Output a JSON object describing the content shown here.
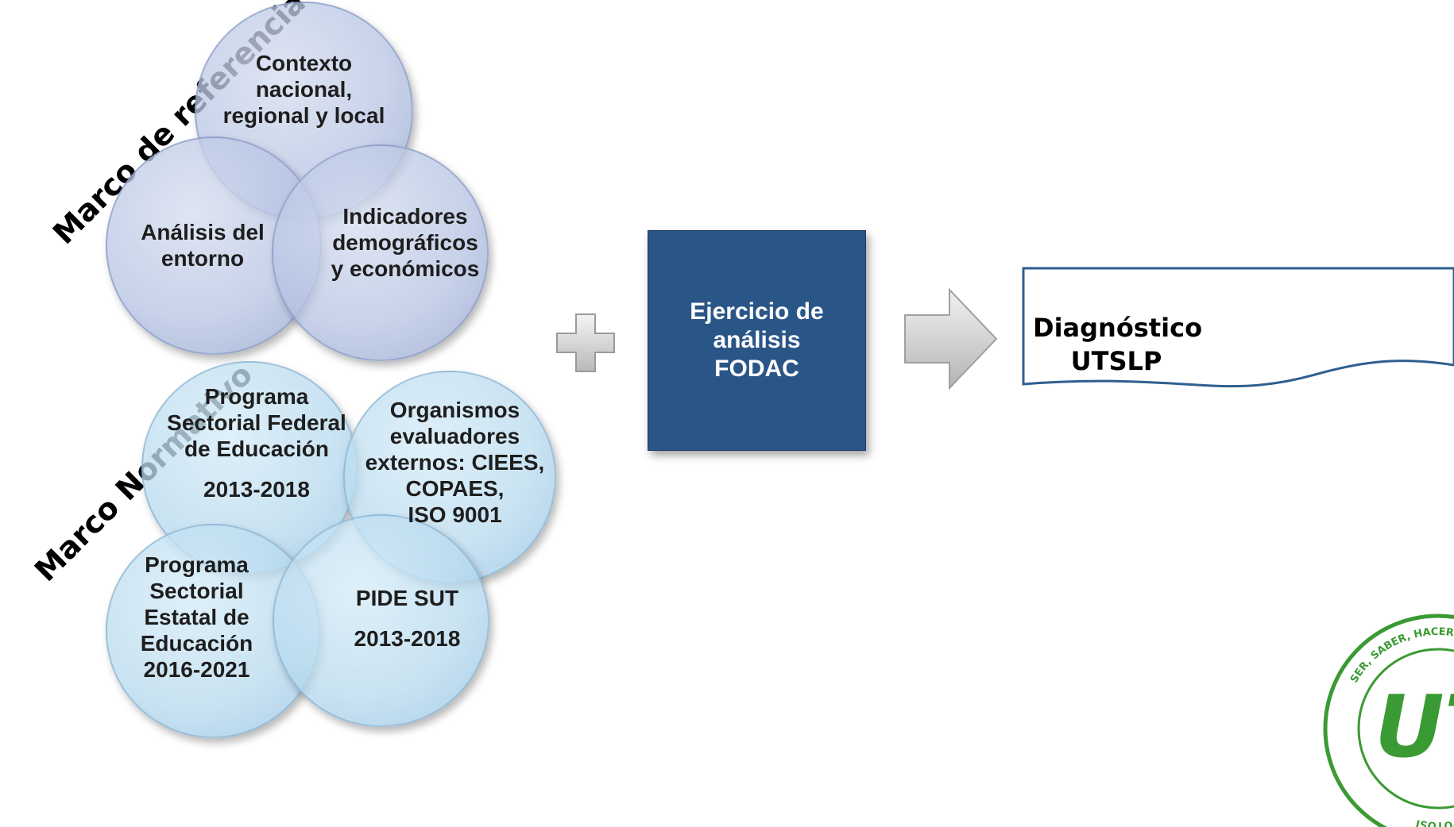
{
  "marco_referencia": {
    "title": "Marco de referencia",
    "contexto_line1": "Contexto",
    "contexto_line2": "nacional,",
    "contexto_line3": "regional y local",
    "analisis_line1": "Análisis del",
    "analisis_line2": "entorno",
    "indicadores_line1": "Indicadores",
    "indicadores_line2": "demográficos",
    "indicadores_line3": "y económicos"
  },
  "marco_normativo": {
    "title": "Marco Normativo",
    "federal_line1": "Programa",
    "federal_line2": "Sectorial Federal",
    "federal_line3": "de Educación",
    "federal_years": "2013-2018",
    "organismos_line1": "Organismos",
    "organismos_line2": "evaluadores",
    "organismos_line3": "externos: CIEES,",
    "organismos_line4": "COPAES,",
    "organismos_line5": "ISO 9001",
    "estatal_line1": "Programa",
    "estatal_line2": "Sectorial",
    "estatal_line3": "Estatal de",
    "estatal_line4": "Educación",
    "estatal_years": "2016-2021",
    "pide_line1": "PIDE SUT",
    "pide_years": "2013-2018"
  },
  "process": {
    "plus_icon": "plus-icon",
    "box_line1": "Ejercicio de",
    "box_line2": "análisis",
    "box_line3": "FODAC",
    "arrow_icon": "right-arrow-icon"
  },
  "result": {
    "line1": "Diagnóstico",
    "line2": "UTSLP"
  },
  "logo": {
    "ring_text": "SER, SABER, HACER · UNIVERSIDAD TECNOLÓGICA DE SAN LUIS POTOSÍ",
    "mark": "UT"
  },
  "colors": {
    "box_fill": "#2a5587",
    "logo_green": "#3a9a33"
  }
}
